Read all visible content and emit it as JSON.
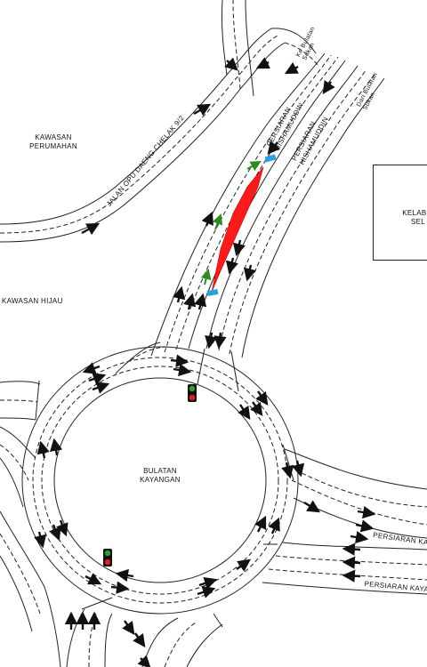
{
  "colors": {
    "road_edge": "#222222",
    "lane_divider": "#222222",
    "arrow": "#111111",
    "closure_zone": "#ff1a1a",
    "detour_arrow": "#2e8b1f",
    "marker_flag": "#29a3e0",
    "signal_green": "#2ca02c",
    "signal_red": "#e0201b",
    "signal_body": "#111111"
  },
  "labels": {
    "kawasan_perumahan": "KAWASAN\nPERUMAHAN",
    "kawasan_hijau": "KAWASAN HIJAU",
    "jalan_opu": "JALAN OPU DAENG CHELAK 9/2",
    "ke_bulatan_sukan": "Ke Bulatan\nSukan",
    "dari_bulatan_sukan": "Dari Bulatan\nSukan",
    "persiaran_hishamuddin_1": "PERSIARAN\nHISHAMUDDIN",
    "persiaran_hishamuddin_2": "PERSIARAN\nHISHAMUDDIN",
    "kelab": "KELAB S\nSEL",
    "bulatan_kayangan": "BULATAN\nKAYANGAN",
    "persiaran_kayangan_1": "PERSIARAN KA",
    "persiaran_kayangan_2": "PERSIARAN KAYAN"
  },
  "icons": {
    "traffic_light": "traffic-light-icon",
    "arrow": "direction-arrow-icon",
    "flag": "flag-marker-icon"
  }
}
